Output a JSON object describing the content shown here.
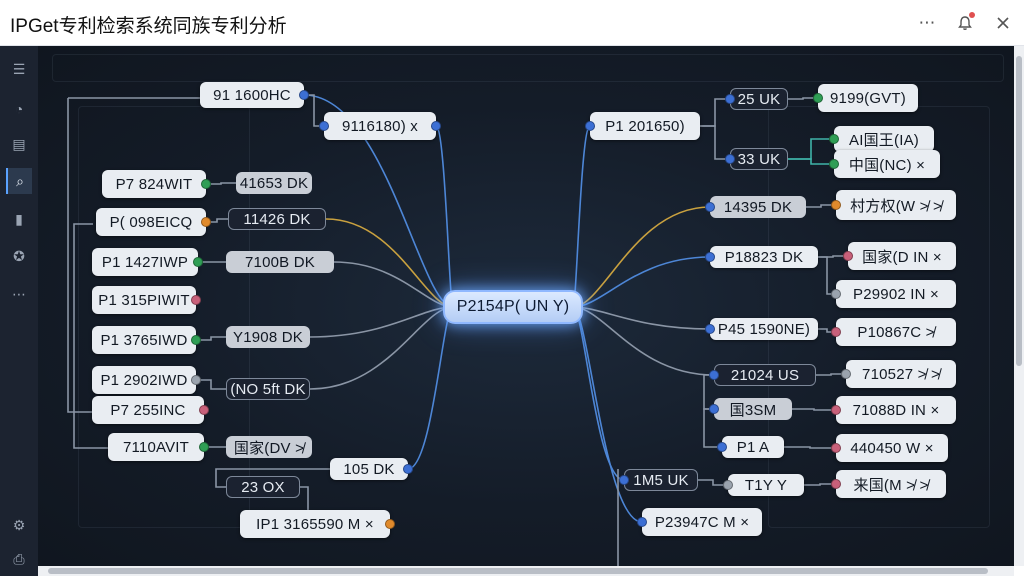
{
  "window": {
    "title": "IPGet专利检索系统同族专利分析",
    "more_icon": "more-horizontal-icon",
    "bell_icon": "bell-icon",
    "close_icon": "close-icon"
  },
  "sidebar": {
    "items": [
      {
        "name": "menu-icon",
        "glyph": "☰"
      },
      {
        "name": "pie-chart-icon",
        "glyph": "◔"
      },
      {
        "name": "document-icon",
        "glyph": "▤"
      },
      {
        "name": "search-icon",
        "glyph": "⌕"
      },
      {
        "name": "clipboard-icon",
        "glyph": "▮"
      },
      {
        "name": "palette-icon",
        "glyph": "✪"
      },
      {
        "name": "more-icon",
        "glyph": "⋯"
      }
    ],
    "bottom": [
      {
        "name": "settings-icon",
        "glyph": "⚙"
      },
      {
        "name": "export-icon",
        "glyph": "⎙"
      }
    ]
  },
  "colors": {
    "center_glow": "#8fb8ff",
    "link_blue": "#4d86d6",
    "link_gray": "#8a95a5",
    "link_gold": "#c9a13f",
    "link_teal": "#3fb3a8",
    "dot_blue": "#3c6fd4",
    "dot_green": "#2f9e55",
    "dot_orange": "#e08a2c",
    "dot_pink": "#c8607a",
    "dot_gray": "#9aa3ae"
  },
  "mindmap": {
    "center": "P2154P( UN Y)",
    "nodes": [
      {
        "id": "L1",
        "label": "91 1600HC"
      },
      {
        "id": "L2",
        "label": "9116180) x"
      },
      {
        "id": "L3",
        "label": "P7 824WIT"
      },
      {
        "id": "L4",
        "label": "41653 DK"
      },
      {
        "id": "L5",
        "label": "P( 098EICQ"
      },
      {
        "id": "L6",
        "label": "11426 DK"
      },
      {
        "id": "L7",
        "label": "P1 1427IWP"
      },
      {
        "id": "L8",
        "label": "7100B DK"
      },
      {
        "id": "L9",
        "label": "P1 315PIWIT"
      },
      {
        "id": "L10",
        "label": "P1 3765IWD"
      },
      {
        "id": "L11",
        "label": "Y1908 DK"
      },
      {
        "id": "L12",
        "label": "P1 2902IWD"
      },
      {
        "id": "L13",
        "label": "(NO 5ft DK"
      },
      {
        "id": "L14",
        "label": "P7 255INC"
      },
      {
        "id": "L15",
        "label": "7110AVIT"
      },
      {
        "id": "L16",
        "label": "国家(DV ≯"
      },
      {
        "id": "L17",
        "label": "105 DK"
      },
      {
        "id": "L18",
        "label": "23 OX"
      },
      {
        "id": "L19",
        "label": "IP1 3165590 M ×"
      },
      {
        "id": "R1",
        "label": "P1 201650)"
      },
      {
        "id": "R2",
        "label": "25 UK"
      },
      {
        "id": "R3",
        "label": "9199(GVT)"
      },
      {
        "id": "R4",
        "label": "33 UK"
      },
      {
        "id": "R5",
        "label": "AI国王(IA)"
      },
      {
        "id": "R6",
        "label": "中国(NC) ×"
      },
      {
        "id": "R7",
        "label": "14395 DK"
      },
      {
        "id": "R8",
        "label": "村方权(W ≯ ≯"
      },
      {
        "id": "R9",
        "label": "P18823 DK"
      },
      {
        "id": "R10",
        "label": "国家(D IN ×"
      },
      {
        "id": "R11",
        "label": "P29902 IN ×"
      },
      {
        "id": "R12",
        "label": "P45 1590NE)"
      },
      {
        "id": "R13",
        "label": "P10867C ≯"
      },
      {
        "id": "R14",
        "label": "21024 US"
      },
      {
        "id": "R15",
        "label": "710527 ≯ ≯"
      },
      {
        "id": "R16",
        "label": "国3SM"
      },
      {
        "id": "R17",
        "label": "71088D IN ×"
      },
      {
        "id": "R18",
        "label": "P1 A"
      },
      {
        "id": "R19",
        "label": "440450 W ×"
      },
      {
        "id": "R20",
        "label": "1M5 UK"
      },
      {
        "id": "R21",
        "label": "T1Y Y"
      },
      {
        "id": "R22",
        "label": "来国(M ≯ ≯"
      },
      {
        "id": "R23",
        "label": "P23947C M ×"
      }
    ]
  }
}
